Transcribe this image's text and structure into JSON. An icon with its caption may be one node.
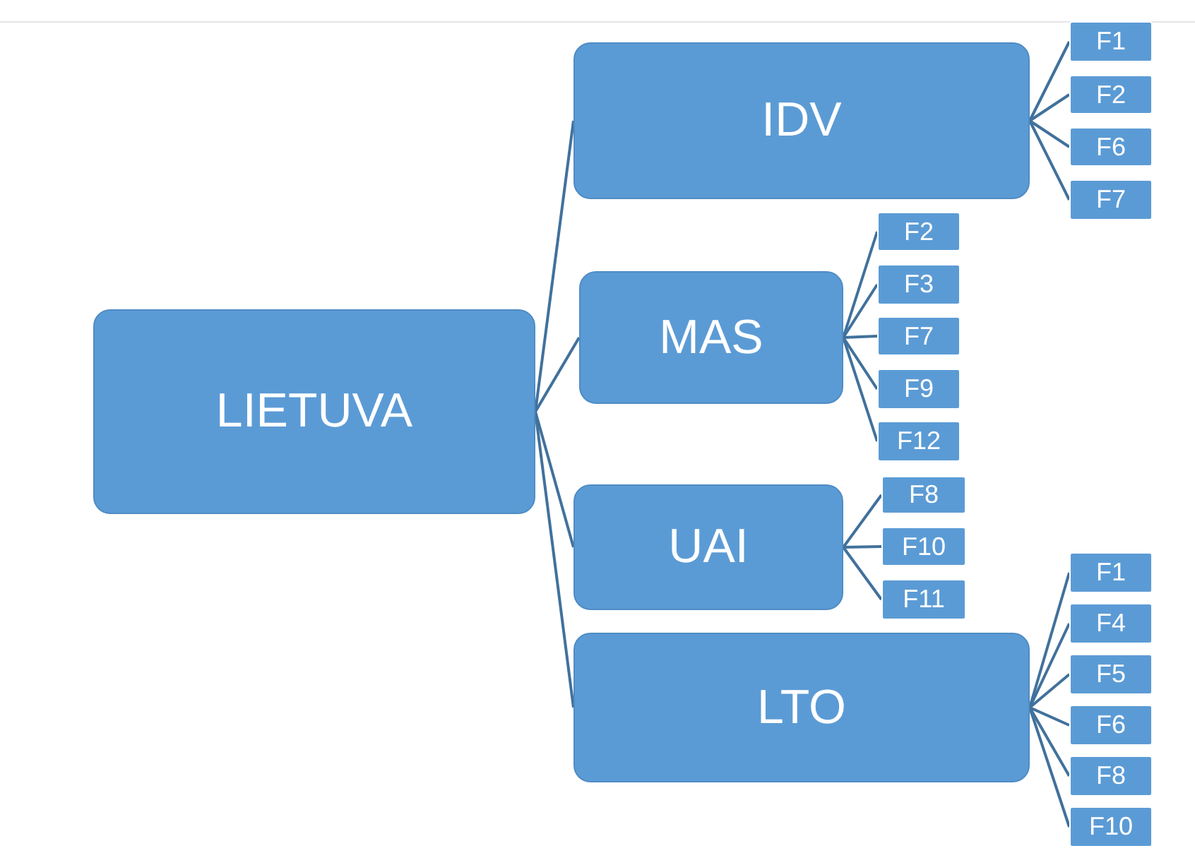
{
  "diagram": {
    "nodes": [
      {
        "text": [
          "LIETUVA"
        ]
      },
      {
        "text": [
          "IDV"
        ]
      },
      {
        "text": [
          "MAS"
        ]
      },
      {
        "text": [
          "UAI"
        ]
      },
      {
        "text": [
          "LTO"
        ]
      },
      {
        "text": [
          "F1"
        ]
      },
      {
        "text": [
          "F2"
        ]
      },
      {
        "text": [
          "F6"
        ]
      },
      {
        "text": [
          "F7"
        ]
      },
      {
        "text": [
          "F2"
        ]
      },
      {
        "text": [
          "F3"
        ]
      },
      {
        "text": [
          "F7"
        ]
      },
      {
        "text": [
          "F9"
        ]
      },
      {
        "text": [
          "F12"
        ]
      },
      {
        "text": [
          "F8"
        ]
      },
      {
        "text": [
          "F10"
        ]
      },
      {
        "text": [
          "F11"
        ]
      },
      {
        "text": [
          "F1"
        ]
      },
      {
        "text": [
          "F4"
        ]
      },
      {
        "text": [
          "F5"
        ]
      },
      {
        "text": [
          "F6"
        ]
      },
      {
        "text": [
          "F8"
        ]
      },
      {
        "text": [
          "F10"
        ]
      }
    ],
    "edges": [
      {
        "from": 0,
        "to": 1,
        "arrow": "none"
      },
      {
        "from": 0,
        "to": 2,
        "arrow": "none"
      },
      {
        "from": 0,
        "to": 3,
        "arrow": "none"
      },
      {
        "from": 0,
        "to": 4,
        "arrow": "none"
      },
      {
        "from": 1,
        "to": 5,
        "arrow": "none"
      },
      {
        "from": 1,
        "to": 6,
        "arrow": "none"
      },
      {
        "from": 1,
        "to": 7,
        "arrow": "none"
      },
      {
        "from": 1,
        "to": 8,
        "arrow": "none"
      },
      {
        "from": 2,
        "to": 9,
        "arrow": "none"
      },
      {
        "from": 2,
        "to": 10,
        "arrow": "none"
      },
      {
        "from": 2,
        "to": 11,
        "arrow": "none"
      },
      {
        "from": 2,
        "to": 12,
        "arrow": "none"
      },
      {
        "from": 2,
        "to": 13,
        "arrow": "none"
      },
      {
        "from": 3,
        "to": 14,
        "arrow": "none"
      },
      {
        "from": 3,
        "to": 15,
        "arrow": "none"
      },
      {
        "from": 3,
        "to": 16,
        "arrow": "none"
      },
      {
        "from": 4,
        "to": 17,
        "arrow": "none"
      },
      {
        "from": 4,
        "to": 18,
        "arrow": "none"
      },
      {
        "from": 4,
        "to": 19,
        "arrow": "none"
      },
      {
        "from": 4,
        "to": 20,
        "arrow": "none"
      },
      {
        "from": 4,
        "to": 21,
        "arrow": "none"
      },
      {
        "from": 4,
        "to": 22,
        "arrow": "none"
      }
    ]
  }
}
